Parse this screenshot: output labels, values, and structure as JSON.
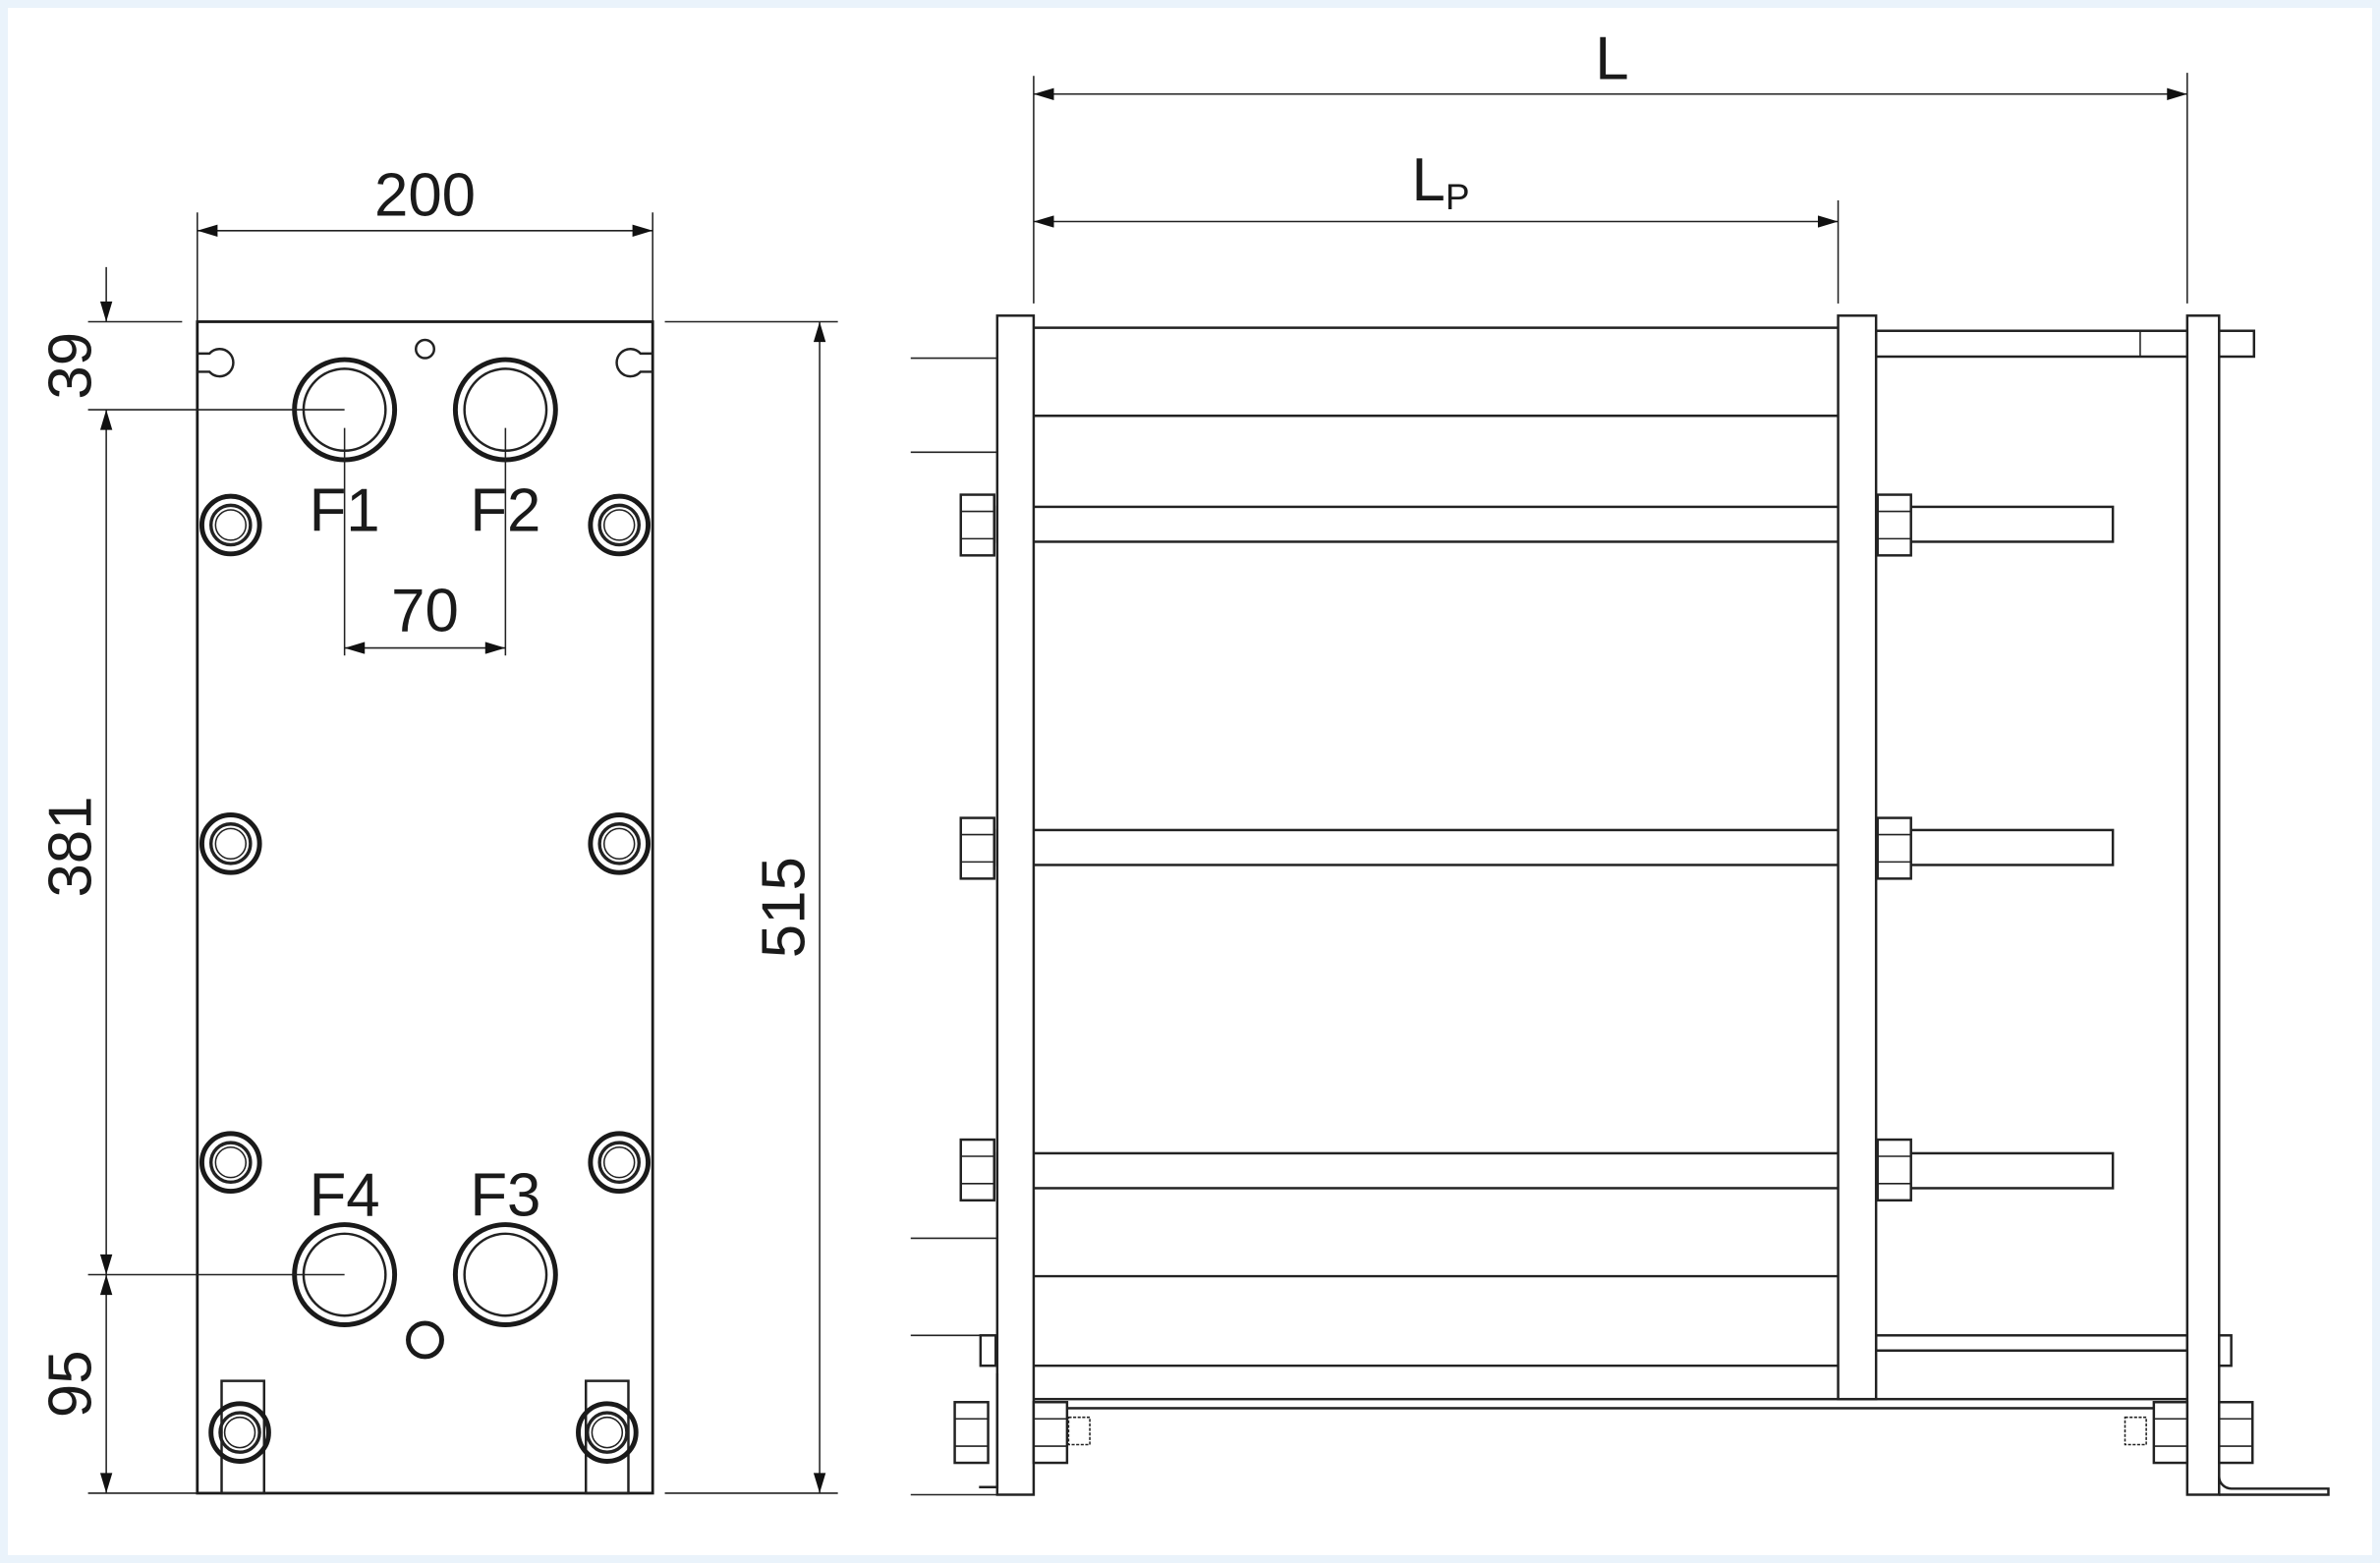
{
  "front_view": {
    "width_label": "200",
    "top_offset_label": "39",
    "port_spacing_vertical_label": "381",
    "bottom_offset_label": "95",
    "height_label": "515",
    "port_spacing_horizontal_label": "70",
    "ports": [
      "F1",
      "F2",
      "F4",
      "F3"
    ]
  },
  "side_view": {
    "total_length_label": "L",
    "pack_length_label": "L",
    "pack_length_subscript": "P"
  }
}
